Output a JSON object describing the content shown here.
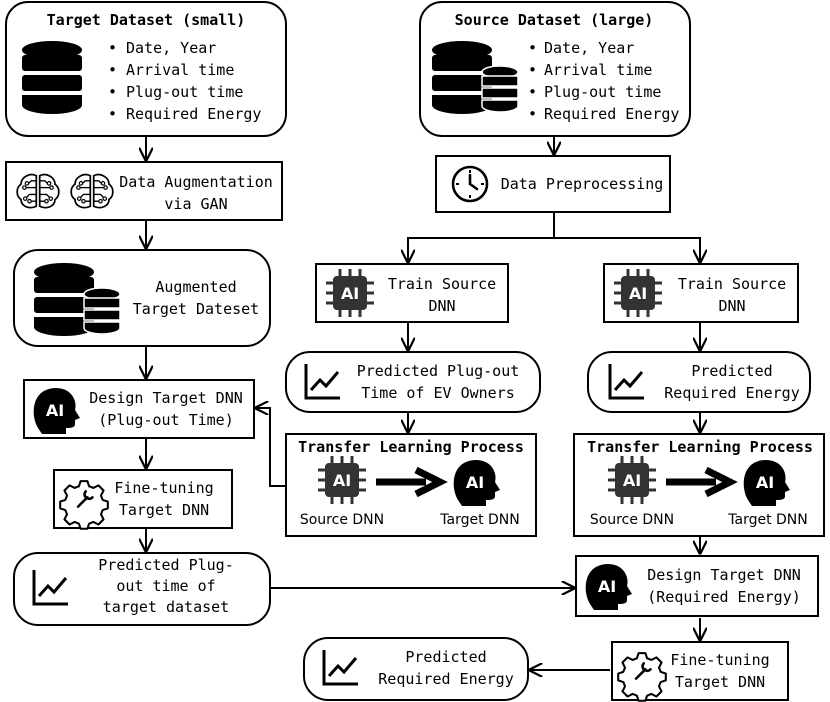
{
  "nodes": {
    "target_dataset": {
      "title": "Target Dataset (small)",
      "items": [
        "Date, Year",
        "Arrival time",
        "Plug-out time",
        "Required Energy"
      ]
    },
    "source_dataset": {
      "title": "Source Dataset (large)",
      "items": [
        "Date, Year",
        "Arrival time",
        "Plug-out time",
        "Required Energy"
      ]
    },
    "data_augmentation": {
      "line1": "Data Augmentation",
      "line2": "via GAN"
    },
    "data_preprocessing": {
      "label": "Data Preprocessing"
    },
    "augmented_dataset": {
      "line1": "Augmented",
      "line2": "Target Dateset"
    },
    "train_source_left": {
      "line1": "Train Source",
      "line2": "DNN"
    },
    "train_source_right": {
      "line1": "Train Source",
      "line2": "DNN"
    },
    "design_target_plugout": {
      "line1": "Design Target DNN",
      "line2": "(Plug-out Time)"
    },
    "predicted_plugout_owners": {
      "line1": "Predicted Plug-out",
      "line2": "Time of EV Owners"
    },
    "predicted_required_energy_mid": {
      "line1": "Predicted",
      "line2": "Required Energy"
    },
    "transfer_left": {
      "title": "Transfer Learning Process",
      "source": "Source DNN",
      "target": "Target DNN"
    },
    "transfer_right": {
      "title": "Transfer Learning Process",
      "source": "Source DNN",
      "target": "Target DNN"
    },
    "finetune_left": {
      "line1": "Fine-tuning",
      "line2": "Target DNN"
    },
    "predicted_plugout_target": {
      "line1": "Predicted Plug-",
      "line2": "out time of",
      "line3": "target dataset"
    },
    "design_target_energy": {
      "line1": "Design Target DNN",
      "line2": "(Required Energy)"
    },
    "finetune_right": {
      "line1": "Fine-tuning",
      "line2": "Target DNN"
    },
    "predicted_required_energy_final": {
      "line1": "Predicted",
      "line2": "Required Energy"
    }
  },
  "icons": {
    "chip_text": "AI",
    "head_text": "AI"
  },
  "colors": {
    "ink": "#000000",
    "background": "#ffffff",
    "chip": "#333333"
  }
}
